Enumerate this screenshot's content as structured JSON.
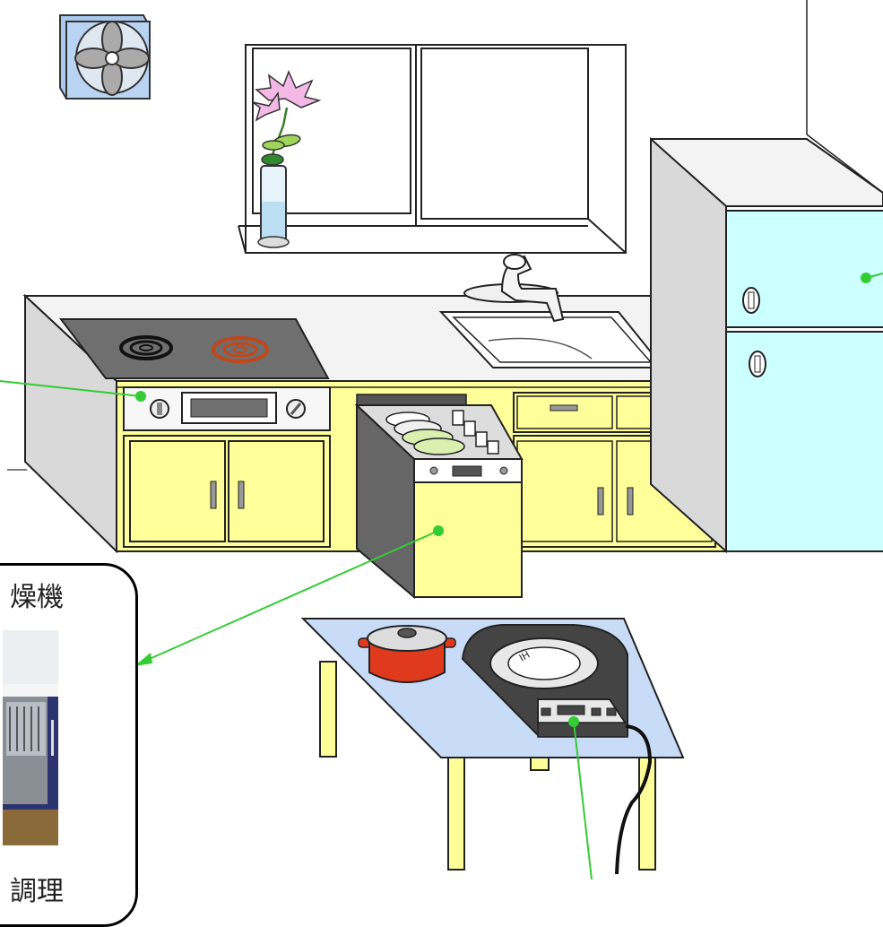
{
  "callout": {
    "title": "燥機",
    "caption": "調理"
  },
  "labels": {
    "ih_cooker_mark": "IH"
  },
  "colors": {
    "countertop_cabinet": "#ffff99",
    "refrigerator": "#ccffff",
    "table_top": "#c9dcf7",
    "leader_line": "#33cc33",
    "pot": "#e03a1e",
    "vent_fan": "#a9c8ec"
  }
}
